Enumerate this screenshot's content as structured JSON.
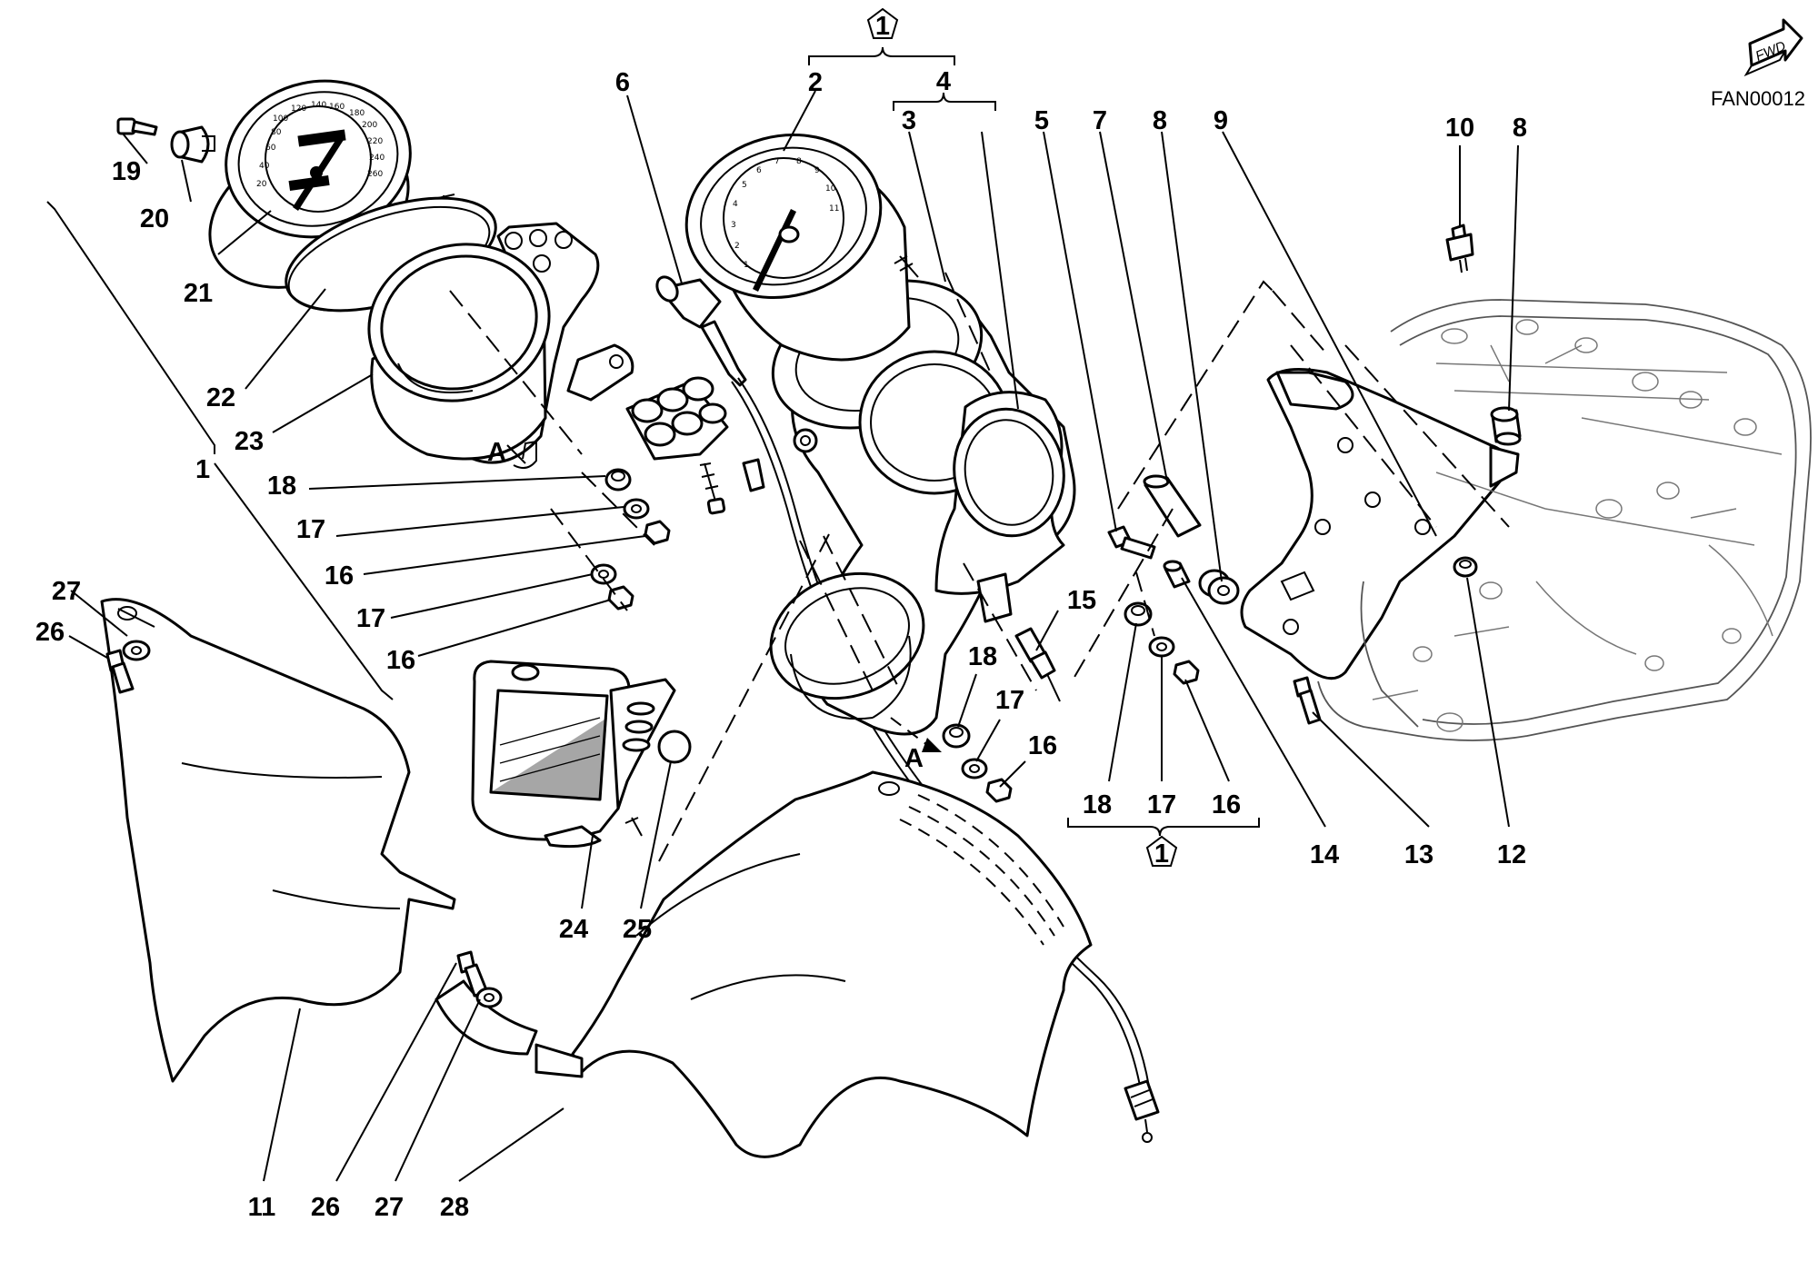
{
  "drawing": {
    "code": "FAN00012",
    "fwd_label": "FWD",
    "group_badge": "1",
    "group_label": "1",
    "view_marker": "A"
  },
  "gauges": {
    "speedo_ticks": [
      "20",
      "40",
      "60",
      "80",
      "100",
      "120",
      "140",
      "160",
      "180",
      "200",
      "220",
      "240",
      "260"
    ],
    "tacho_ticks": [
      "1",
      "2",
      "3",
      "4",
      "5",
      "6",
      "7",
      "8",
      "9",
      "10",
      "11"
    ]
  },
  "callouts": {
    "c2": "2",
    "c3": "3",
    "c4": "4",
    "c5": "5",
    "c6": "6",
    "c7": "7",
    "c8a": "8",
    "c8b": "8",
    "c9": "9",
    "c10": "10",
    "c11": "11",
    "c12": "12",
    "c13": "13",
    "c14": "14",
    "c15": "15",
    "c16a": "16",
    "c16b": "16",
    "c16c": "16",
    "c16d": "16",
    "c17a": "17",
    "c17b": "17",
    "c17c": "17",
    "c17d": "17",
    "c18a": "18",
    "c18b": "18",
    "c18c": "18",
    "c19": "19",
    "c20": "20",
    "c21": "21",
    "c22": "22",
    "c23": "23",
    "c24": "24",
    "c25": "25",
    "c26a": "26",
    "c26b": "26",
    "c27a": "27",
    "c27b": "27",
    "c28": "28"
  }
}
